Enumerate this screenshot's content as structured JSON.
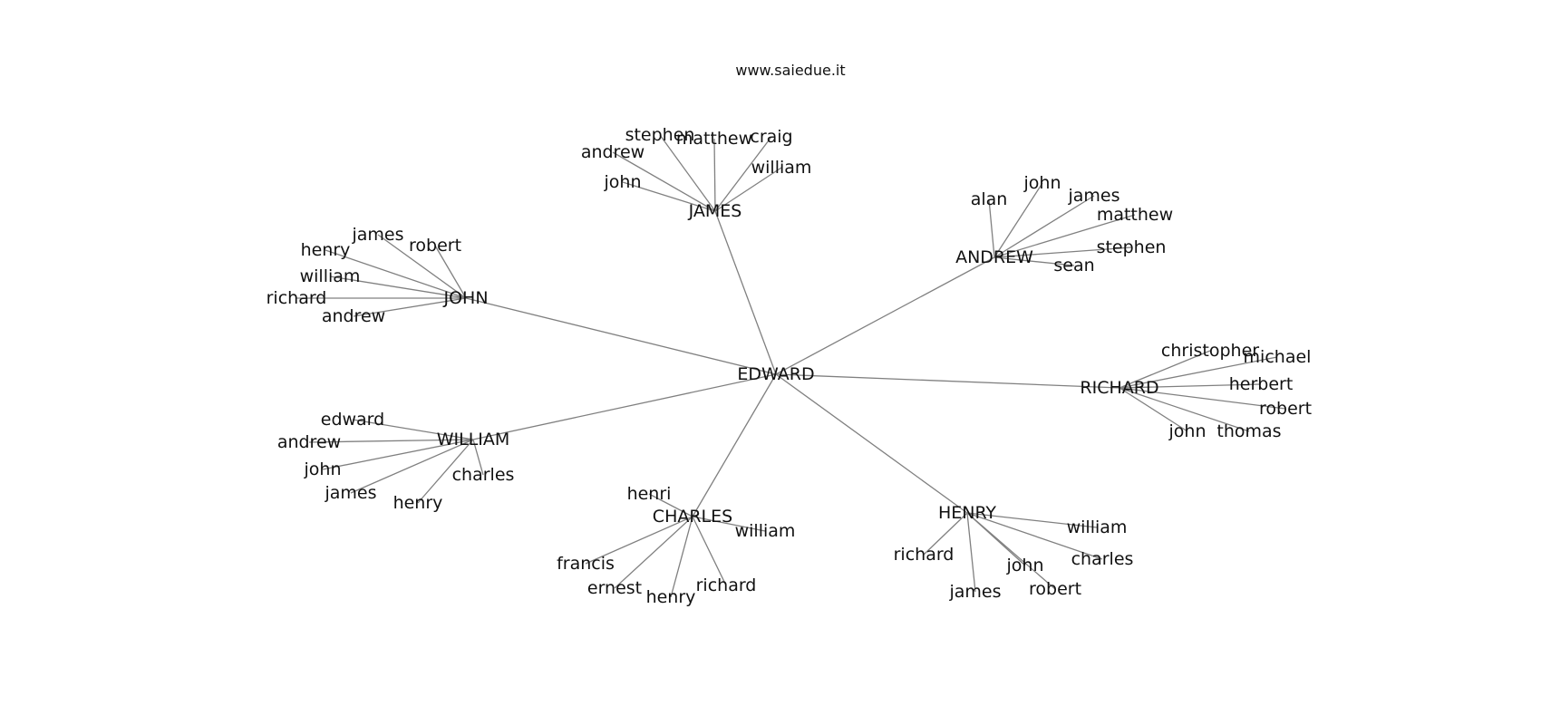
{
  "header": {
    "watermark": "www.saiedue.it"
  },
  "colors": {
    "edge": "#808080",
    "text": "#111111",
    "background": "#ffffff"
  },
  "graph": {
    "root": "EDWARD",
    "groups": [
      {
        "hub": "JAMES",
        "leaves": [
          "stephen",
          "matthew",
          "craig",
          "andrew",
          "william",
          "john"
        ]
      },
      {
        "hub": "ANDREW",
        "leaves": [
          "alan",
          "john",
          "james",
          "matthew",
          "stephen",
          "sean"
        ]
      },
      {
        "hub": "JOHN",
        "leaves": [
          "james",
          "robert",
          "henry",
          "william",
          "richard",
          "andrew"
        ]
      },
      {
        "hub": "RICHARD",
        "leaves": [
          "christopher",
          "michael",
          "herbert",
          "robert",
          "john",
          "thomas"
        ]
      },
      {
        "hub": "WILLIAM",
        "leaves": [
          "edward",
          "andrew",
          "john",
          "james",
          "charles",
          "henry"
        ]
      },
      {
        "hub": "CHARLES",
        "leaves": [
          "henri",
          "william",
          "francis",
          "ernest",
          "henry",
          "richard"
        ]
      },
      {
        "hub": "HENRY",
        "leaves": [
          "william",
          "richard",
          "charles",
          "john",
          "robert",
          "james"
        ]
      }
    ]
  }
}
